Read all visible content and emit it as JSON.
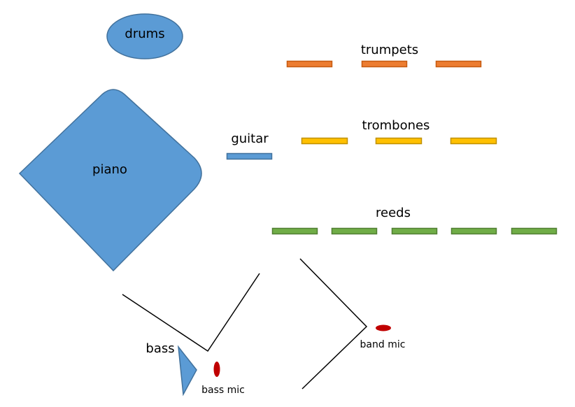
{
  "title": "Stage layout diagram",
  "colors": {
    "blue_fill": "#5b9bd5",
    "blue_stroke": "#41719c",
    "orange_fill": "#ed7d31",
    "orange_stroke": "#c55a11",
    "yellow_fill": "#ffc000",
    "yellow_stroke": "#bf9000",
    "green_fill": "#70ad47",
    "green_stroke": "#507e32",
    "mic_fill": "#c00000",
    "line": "#000000"
  },
  "instruments": {
    "drums": {
      "label": "drums"
    },
    "piano": {
      "label": "piano"
    },
    "guitar": {
      "label": "guitar",
      "count": 1
    },
    "trumpets": {
      "label": "trumpets",
      "count": 3
    },
    "trombones": {
      "label": "trombones",
      "count": 3
    },
    "reeds": {
      "label": "reeds",
      "count": 5
    },
    "bass": {
      "label": "bass"
    }
  },
  "mics": {
    "bass_mic": {
      "label": "bass mic"
    },
    "band_mic": {
      "label": "band mic"
    }
  }
}
